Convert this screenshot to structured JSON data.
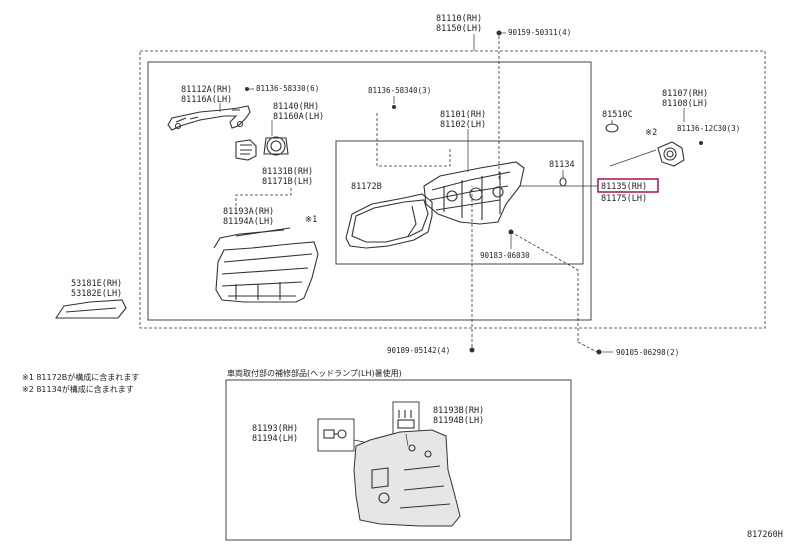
{
  "labels": {
    "p81110": "81110(RH)",
    "p81150": "81150(LH)",
    "p90159": "90159-50311(4)",
    "p81112a": "81112A(RH)",
    "p81116a": "81116A(LH)",
    "p81136_58330": "81136-58330(6)",
    "p81136_58340": "81136-58340(3)",
    "p81140": "81140(RH)",
    "p81160a": "81160A(LH)",
    "p81101": "81101(RH)",
    "p81102": "81102(LH)",
    "p81510c": "81510C",
    "p81107": "81107(RH)",
    "p81108": "81108(LH)",
    "p81136_12c30": "81136-12C30(3)",
    "p81134": "81134",
    "p81131b": "81131B(RH)",
    "p81171b": "81171B(LH)",
    "p81172b": "81172B",
    "p81135": "81135(RH)",
    "p81175": "81175(LH)",
    "p81193a": "81193A(RH)",
    "p81194a": "81194A(LH)",
    "mark1": "※1",
    "mark2": "※2",
    "p90183": "90183-06030",
    "p53181e": "53181E(RH)",
    "p53182e": "53182E(LH)",
    "p90189": "90189-05142(4)",
    "p90105": "90105-06298(2)",
    "note1": "※1 81172Bが構成に含まれます",
    "note2": "※2 81134が構成に含まれます",
    "inset_title": "車両取付部の補修部品(ヘッドランプ(LH)暑使用)",
    "p81193": "81193(RH)",
    "p81194": "81194(LH)",
    "p81193b": "81193B(RH)",
    "p81194b": "81194B(LH)",
    "figure_id": "817260H"
  }
}
